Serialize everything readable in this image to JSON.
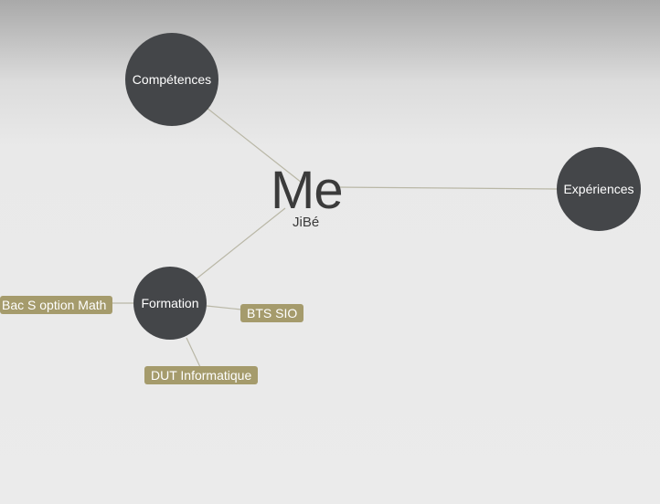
{
  "center": {
    "title": "Me",
    "subtitle": "JiBé"
  },
  "nodes": {
    "competences": "Compétences",
    "experiences": "Expériences",
    "formation": "Formation"
  },
  "formation_items": {
    "bac": "Bac S option Math",
    "bts": "BTS SIO",
    "dut": "DUT Informatique"
  },
  "colors": {
    "node": "#444649",
    "tag": "#a59b6c",
    "link": "#b9b7a6",
    "text_dark": "#3b3b3b"
  }
}
